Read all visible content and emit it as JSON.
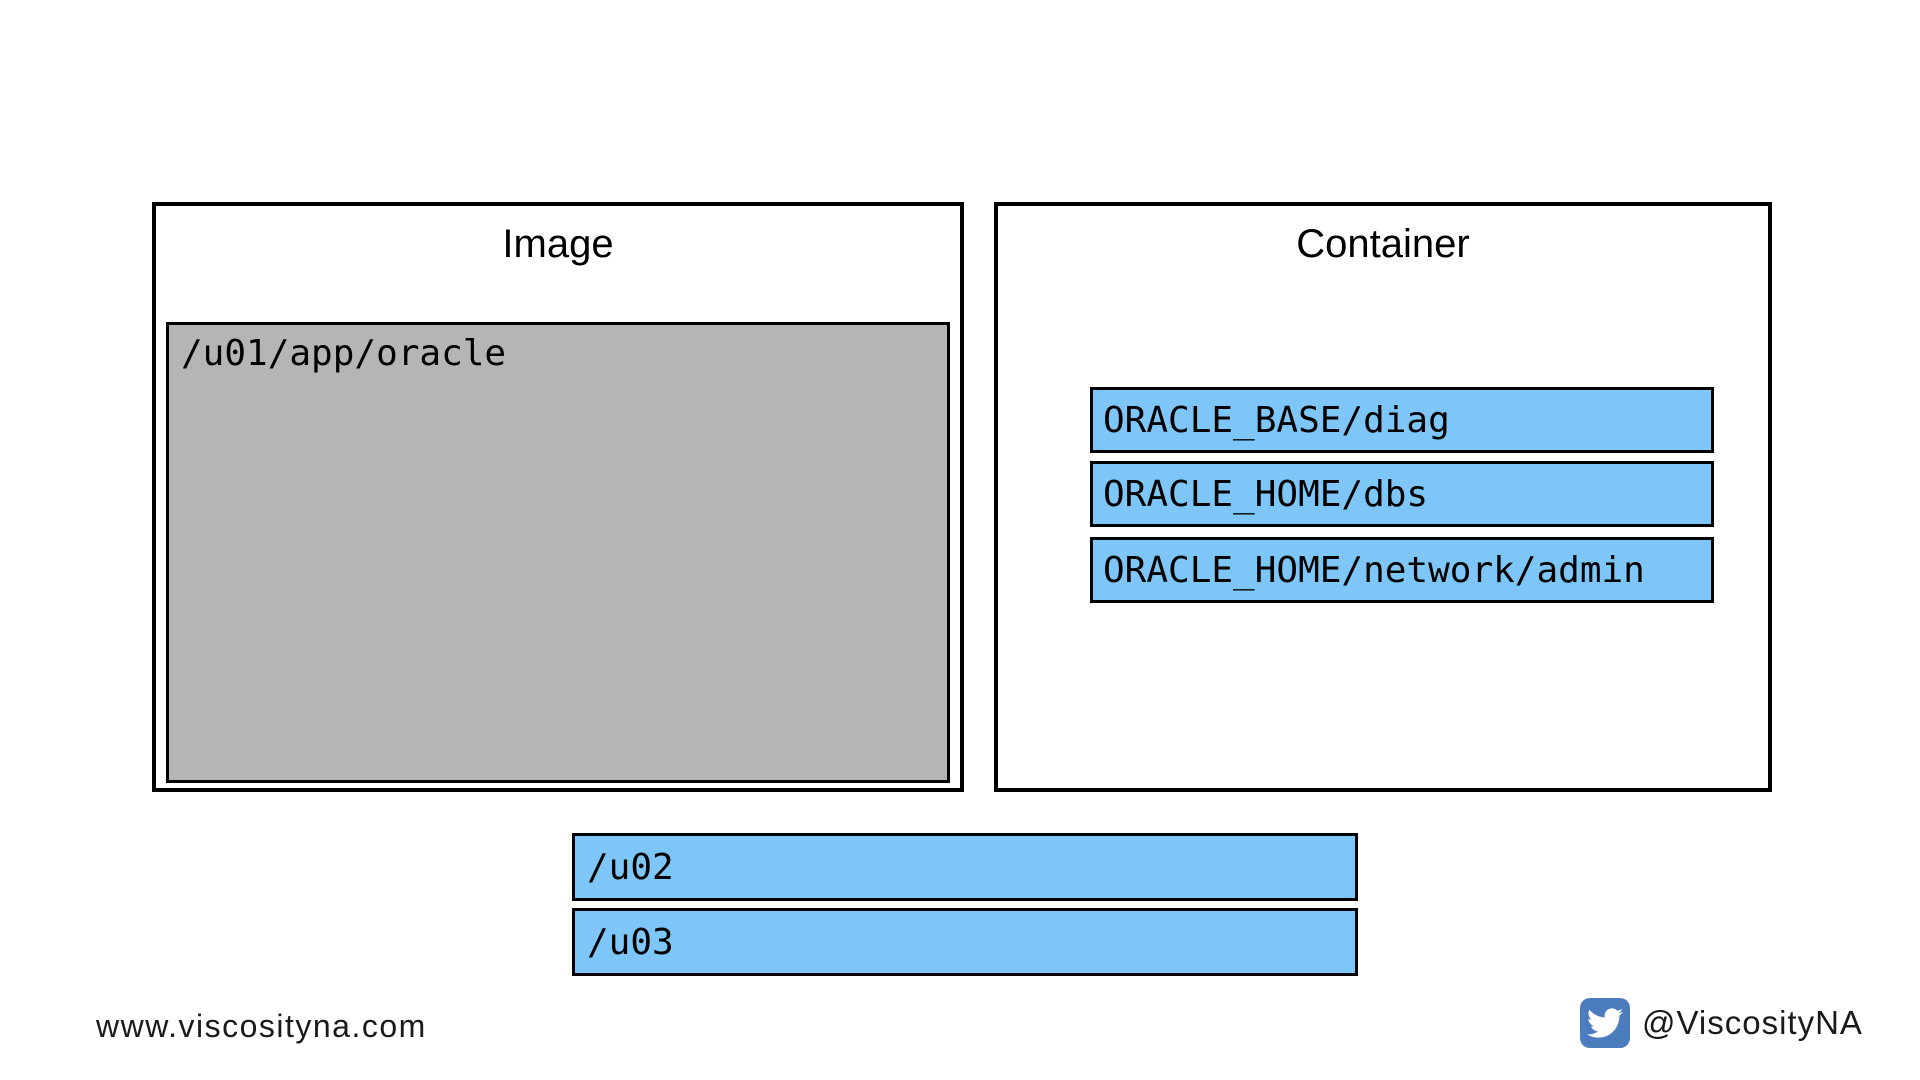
{
  "diagram": {
    "image_box": {
      "title": "Image",
      "volume_label": "/u01/app/oracle"
    },
    "container_box": {
      "title": "Container",
      "paths": [
        "ORACLE_BASE/diag",
        "ORACLE_HOME/dbs",
        "ORACLE_HOME/network/admin"
      ]
    },
    "external_volumes": [
      "/u02",
      "/u03"
    ]
  },
  "footer": {
    "website": "www.viscosityna.com",
    "twitter_handle": "@ViscosityNA",
    "twitter_icon": "twitter-bird-icon"
  },
  "colors": {
    "highlight_blue": "#7dc6f7",
    "image_volume_gray": "#b5b5b5",
    "twitter_tile_blue": "#4a7cbe",
    "border_black": "#000000",
    "background_white": "#ffffff"
  }
}
